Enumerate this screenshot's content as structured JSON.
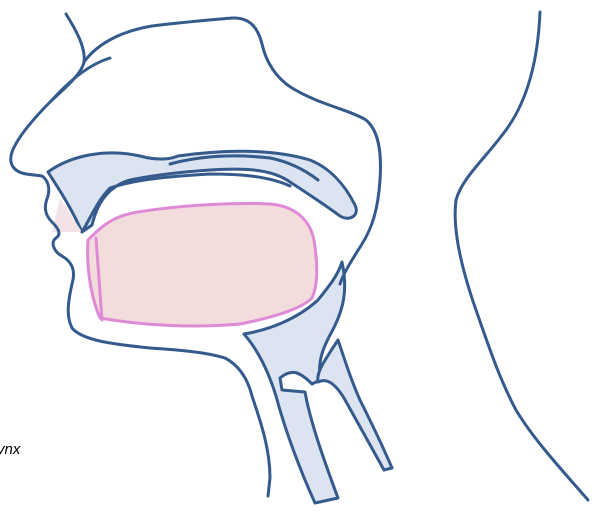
{
  "diagram": {
    "caption": "rynx",
    "colors": {
      "outline": "#355a8c",
      "cavity_fill": "#dbe4f0",
      "tongue_fill": "#f3dcdc",
      "tongue_stroke": "#de8ad6",
      "lip_fill": "#f4e3e6"
    },
    "parts": [
      "face-profile",
      "nasal-cavity",
      "oral-cavity",
      "tongue",
      "pharynx",
      "epiglottis",
      "larynx",
      "esophagus",
      "neck-back"
    ]
  }
}
